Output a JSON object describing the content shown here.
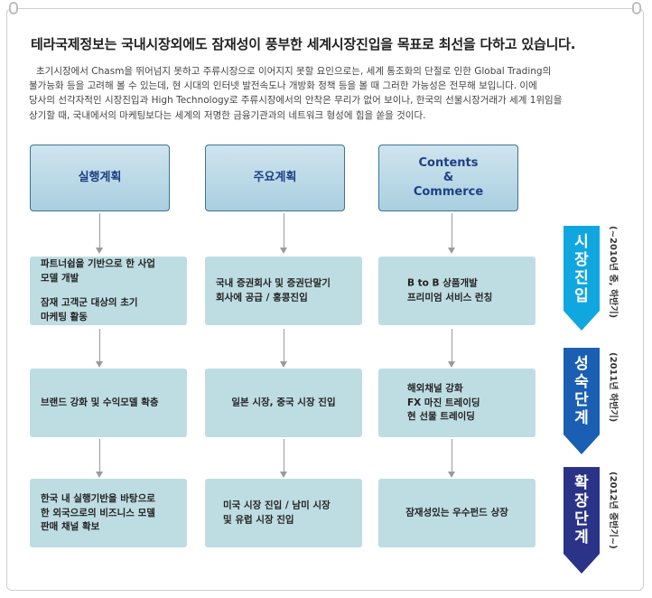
{
  "title": "테라국제정보는 국내시장외에도 잠재성이 풍부한 세계시장진입을 목표로 최선을 다하고 있습니다.",
  "intro_lines": [
    "초기시장에서 Chasm을 뛰어넘지 못하고 주류시장으로 이어지지 못할 요인으로는, 세계 통조화의 단절로 인한 Global Trading의",
    "불가능화 등을 고려해 볼 수 있는데, 현 시대의 인터넷 발전속도나 개방화 정책 등을 볼 때 그러한 가능성은 전무해 보입니다.  이에",
    "당사의 선각자적인 시장진입과 High Technology로 주류시장에서의 안착은 무리가 없어 보이나, 한국의 선물시장거래가 세계 1위임을",
    "상기할 때, 국내에서의 마케팅보다는 세계의 저명한 금융기관과의 네트워크 형성에 힘을 쏟을 것이다."
  ],
  "columns": [
    {
      "header": [
        "실행계획"
      ]
    },
    {
      "header": [
        "주요계획"
      ]
    },
    {
      "header": [
        "Contents",
        "&",
        "Commerce"
      ]
    }
  ],
  "stages": [
    {
      "label": [
        "시",
        "장",
        "진",
        "입"
      ],
      "note": "(~2010년 중, 하반기)",
      "color": "#10a7e0",
      "cells": [
        {
          "lines": [
            "파트너쉽을 기반으로 한 사업",
            "모델 개발",
            "",
            "잠재 고객군 대상의 초기",
            "마케팅 활동"
          ]
        },
        {
          "lines": [
            "국내 증권회사 및 증권단말기",
            "회사에 공급 / 홍콩진입"
          ]
        },
        {
          "lines": [
            "B to B 상품개발",
            "프리미엄 서비스 런칭"
          ]
        }
      ]
    },
    {
      "label": [
        "성",
        "숙",
        "단",
        "계"
      ],
      "note": "(2011년 하반기)",
      "color": "#1a5fb4",
      "cells": [
        {
          "lines": [
            "브랜드 강화 및 수익모델 확충"
          ]
        },
        {
          "lines": [
            "일본 시장, 중국 시장 진입"
          ]
        },
        {
          "lines": [
            "해외채널 강화",
            "FX 마진 트레이딩",
            "현 선물 트레이딩"
          ]
        }
      ]
    },
    {
      "label": [
        "확",
        "장",
        "단",
        "계"
      ],
      "note": "(2012년 중반기~)",
      "color": "#2a3388",
      "cells": [
        {
          "lines": [
            "한국 내 실행기반을 바탕으로",
            "한 외국으로의 비즈니스 모델",
            "판매 채널 확보"
          ]
        },
        {
          "lines": [
            "미국 시장 진입 / 남미 시장",
            "및 유럽 시장 진입"
          ]
        },
        {
          "lines": [
            "잠재성있는 우수펀드 상장"
          ]
        }
      ]
    }
  ]
}
